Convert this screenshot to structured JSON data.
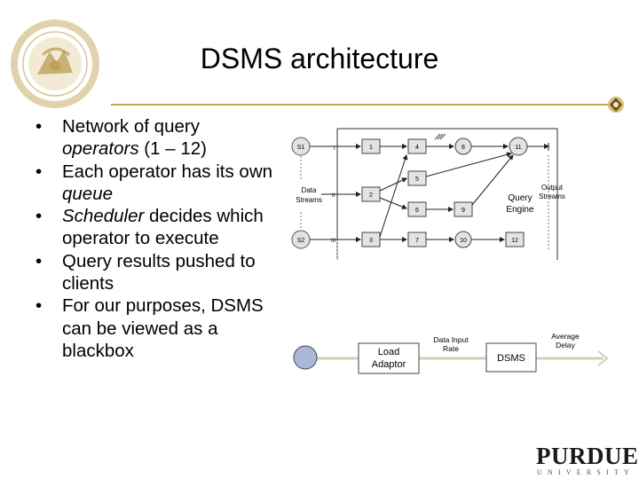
{
  "slide": {
    "title": "DSMS architecture",
    "bullets": [
      {
        "parts": [
          {
            "text": "Network of query ",
            "italic": false
          },
          {
            "text": "operators",
            "italic": true
          },
          {
            "text": " (1 – 12)",
            "italic": false
          }
        ]
      },
      {
        "parts": [
          {
            "text": "Each operator has its own ",
            "italic": false
          },
          {
            "text": "queue",
            "italic": true
          }
        ]
      },
      {
        "parts": [
          {
            "text": "Scheduler",
            "italic": true
          },
          {
            "text": " decides which operator to execute",
            "italic": false
          }
        ]
      },
      {
        "parts": [
          {
            "text": "Query results pushed to clients",
            "italic": false
          }
        ]
      },
      {
        "parts": [
          {
            "text": "For our purposes, DSMS can be viewed as a blackbox",
            "italic": false
          }
        ]
      }
    ]
  },
  "top_diagram": {
    "sources": [
      "S1",
      "S2"
    ],
    "operators": [
      "1",
      "2",
      "3",
      "4",
      "5",
      "6",
      "7",
      "8",
      "9",
      "10",
      "11",
      "12"
    ],
    "data_streams_label": [
      "Data",
      "Streams"
    ],
    "query_engine_label": [
      "Query",
      "Engine"
    ],
    "output_streams_label": [
      "Output",
      "Streams"
    ],
    "stream_marks": [
      "I",
      "II",
      "III"
    ]
  },
  "bottom_diagram": {
    "load_adaptor_label": [
      "Load",
      "Adaptor"
    ],
    "data_input_rate_label": [
      "Data Input",
      "Rate"
    ],
    "dsms_label": "DSMS",
    "average_delay_label": [
      "Average",
      "Delay"
    ]
  },
  "footer": {
    "logo_main": "PURDUE",
    "logo_sub": "UNIVERSITY"
  },
  "colors": {
    "gold_accent": "#c8a24a",
    "seal_gold": "#b8974a",
    "arrow_green": "#c9d4b8",
    "circle_blue": "#a9b8d8",
    "node_fill": "#e3e3e3"
  }
}
